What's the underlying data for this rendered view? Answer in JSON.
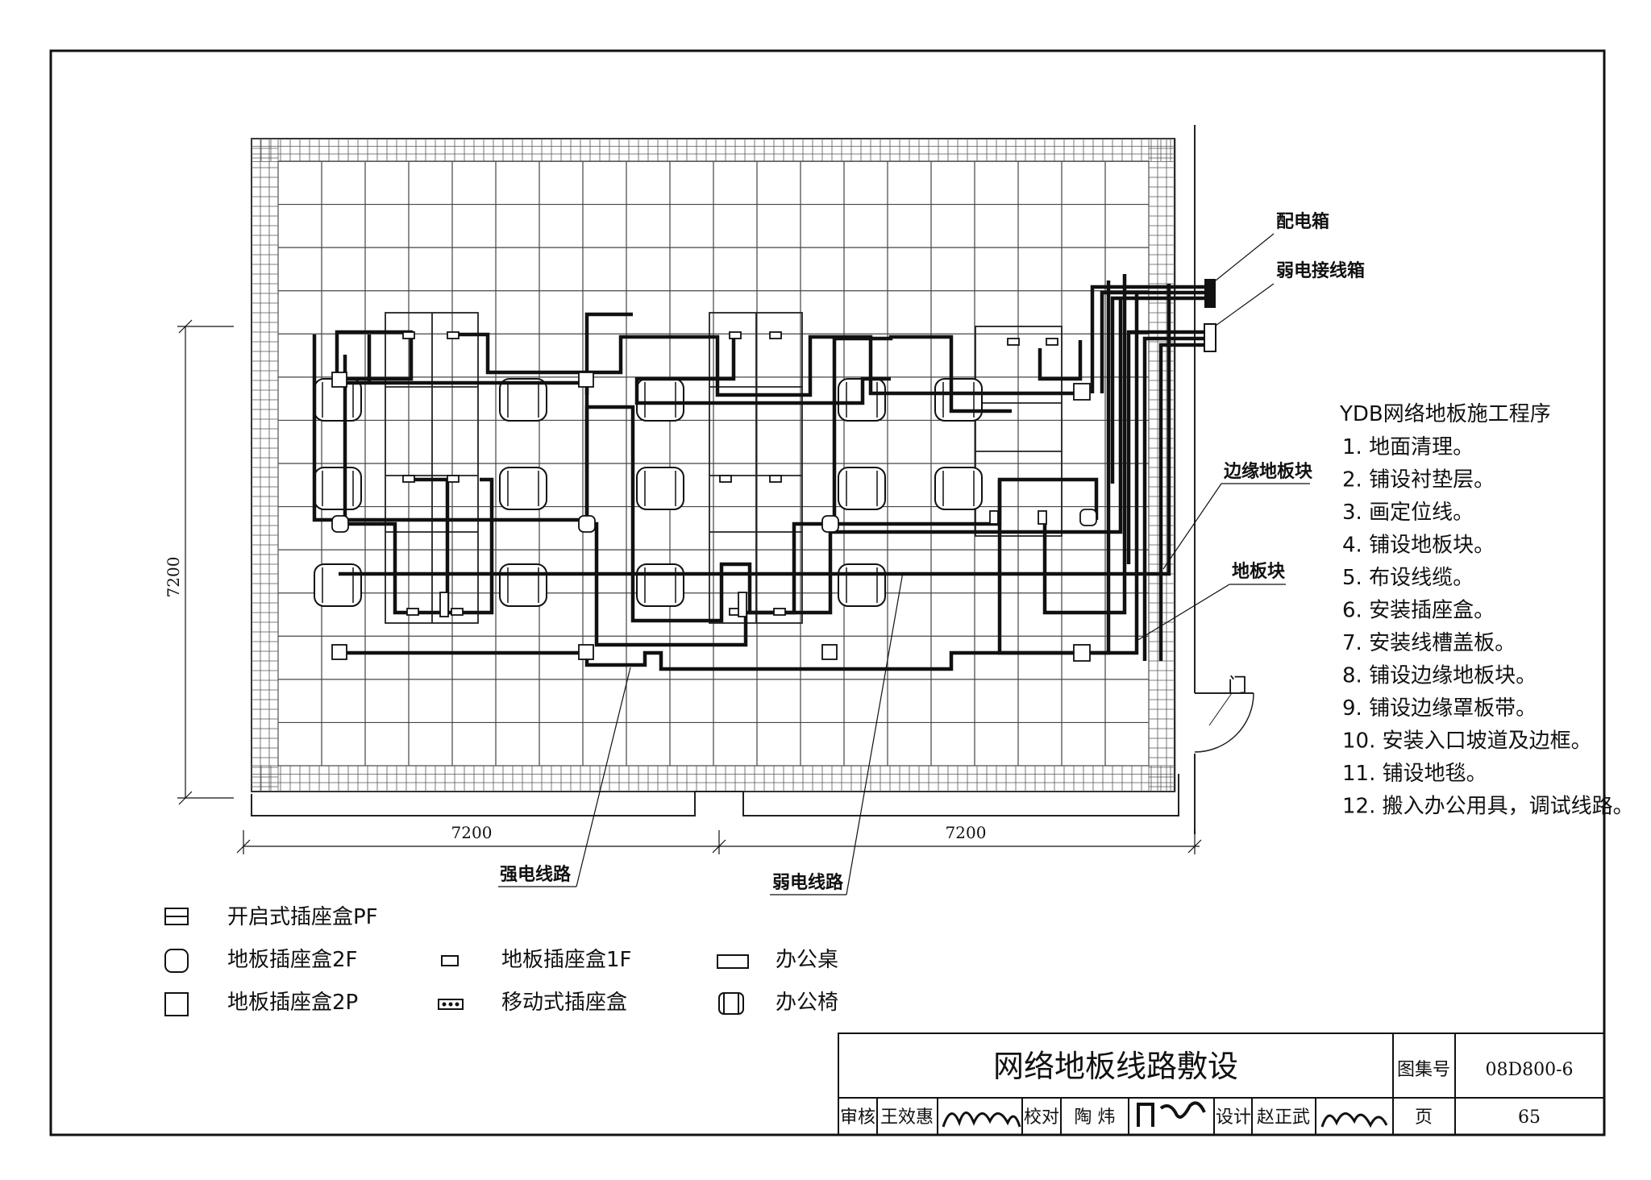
{
  "labels": {
    "distribution_box": "配电箱",
    "weak_box": "弱电接线箱",
    "edge_tile": "边缘地板块",
    "floor_tile": "地板块",
    "strong_line": "强电线路",
    "weak_line": "弱电线路",
    "door": "门"
  },
  "dimensions": {
    "vertical": "7200",
    "left": "7200",
    "right": "7200"
  },
  "procedure": {
    "title": "YDB网络地板施工程序",
    "steps": [
      "1. 地面清理。",
      "2. 铺设衬垫层。",
      "3. 画定位线。",
      "4. 铺设地板块。",
      "5. 布设线缆。",
      "6. 安装插座盒。",
      "7. 安装线槽盖板。",
      "8. 铺设边缘地板块。",
      "9. 铺设边缘罩板带。",
      "10. 安装入口坡道及边框。",
      "11. 铺设地毯。",
      "12. 搬入办公用具，调试线路。"
    ]
  },
  "legend": {
    "pf": "开启式插座盒PF",
    "f2": "地板插座盒2F",
    "f1": "地板插座盒1F",
    "desk": "办公桌",
    "p2": "地板插座盒2P",
    "mobile": "移动式插座盒",
    "chair": "办公椅"
  },
  "titleblock": {
    "title": "网络地板线路敷设",
    "atlas_label": "图集号",
    "atlas_no": "08D800-6",
    "review_label": "审核",
    "reviewer": "王效惠",
    "check_label": "校对",
    "checker": "陶 炜",
    "design_label": "设计",
    "designer": "赵正武",
    "page_label": "页",
    "page_no": "65"
  }
}
